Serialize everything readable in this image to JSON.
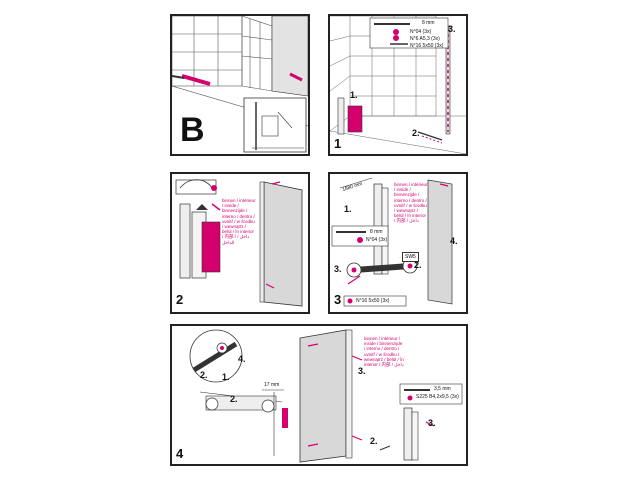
{
  "colors": {
    "accent": "#d4006e",
    "line": "#222222",
    "tile": "#555555",
    "glass": "#d8d8d8"
  },
  "panelB": {
    "letter": "B"
  },
  "panel1": {
    "number": "1",
    "steps": [
      "1.",
      "2.",
      "3."
    ],
    "screws": [
      "8 mm",
      "N°04 (3x)",
      "N°6 A5,3 (3x)",
      "N°16 5x50 (3x)"
    ]
  },
  "panel2": {
    "number": "2",
    "inside_text": "binnen / intérieur / inside / binnenzijde / interno / dentro / uvnitř / w środku / wewnątrz / belül / în interior / 内部 / داخل / الداخل"
  },
  "panel3": {
    "number": "3",
    "steps": [
      "1.",
      "2.",
      "3.",
      "4."
    ],
    "dimension": "1880 mm",
    "screws": [
      "8 mm",
      "N°04 (3x)",
      "SW5",
      "N°16 5x50 (3x)"
    ],
    "inside_text": "binnen / intérieur / inside / binnenzijde / interno / dentro / uvnitř / w środku / wewnątrz / belül / în interior / 内部 / داخل"
  },
  "panel4": {
    "number": "4",
    "steps": [
      "2.",
      "4.",
      "1.",
      "2.",
      "3.",
      "2.",
      "3."
    ],
    "dimension": "17 mm",
    "screws": [
      "3,5 mm",
      "S225 B4,2x9,5 (3x)"
    ],
    "inside_text": "binnen / intérieur / inside / binnenzijde / interno / dentro / uvnitř / w środku / wewnątrz / belül / în interior / 内部 / داخل"
  }
}
